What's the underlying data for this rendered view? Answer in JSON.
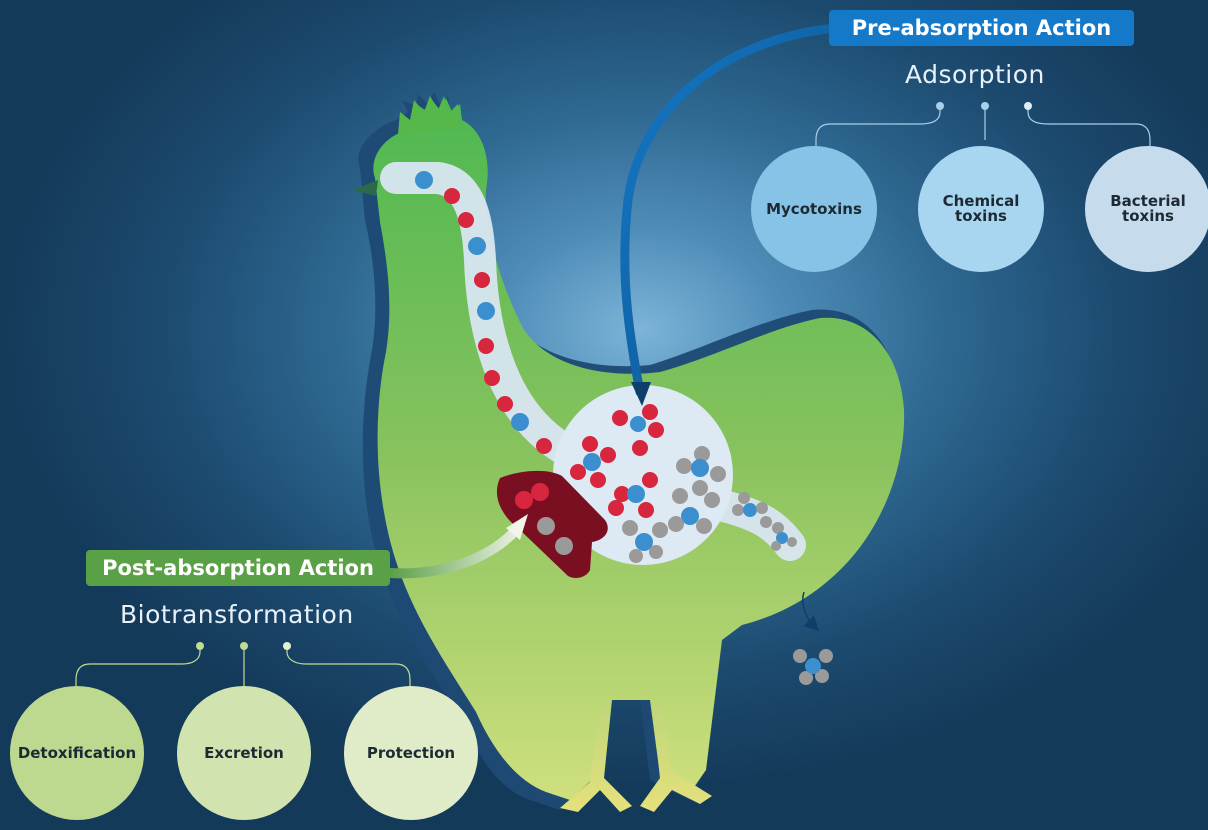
{
  "pre_absorption": {
    "title": "Pre-absorption Action",
    "subtitle": "Adsorption",
    "items": [
      "Mycotoxins",
      "Chemical\ntoxins",
      "Bacterial\ntoxins"
    ]
  },
  "post_absorption": {
    "title": "Post-absorption Action",
    "subtitle": "Biotransformation",
    "items": [
      "Detoxification",
      "Excretion",
      "Protection"
    ]
  },
  "colors": {
    "pre_accent": "#1479c8",
    "post_accent": "#5aa046",
    "toxin_red": "#d7263d",
    "binder_blue": "#3b8fce",
    "neutral_gray": "#9a9a9a",
    "liver": "#7a0f22"
  }
}
